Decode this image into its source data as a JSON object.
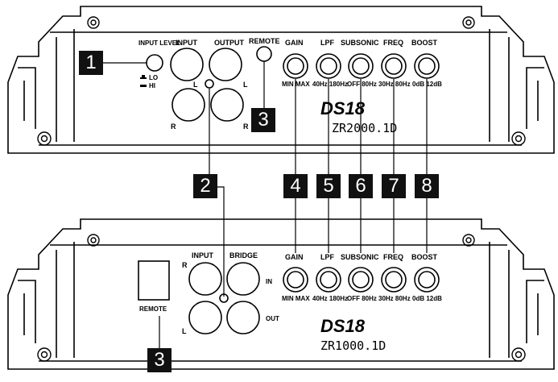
{
  "top_unit": {
    "input_level": "INPUT LEVEL",
    "lo": "LO",
    "hi": "HI",
    "input": "INPUT",
    "output": "OUTPUT",
    "remote": "REMOTE",
    "l": "L",
    "r": "R",
    "gain": "GAIN",
    "lpf": "LPF",
    "subsonic": "SUBSONIC",
    "freq": "FREQ",
    "boost": "BOOST",
    "knob_ranges": [
      "MIN MAX",
      "40Hz 180Hz",
      "OFF 80Hz",
      "30Hz 80Hz",
      "0dB 12dB"
    ],
    "logo": "DS18",
    "model": "ZR2000.1D"
  },
  "bottom_unit": {
    "input": "INPUT",
    "bridge": "BRIDGE",
    "r": "R",
    "l": "L",
    "in": "IN",
    "out": "OUT",
    "remote": "REMOTE",
    "gain": "GAIN",
    "lpf": "LPF",
    "subsonic": "SUBSONIC",
    "freq": "FREQ",
    "boost": "BOOST",
    "knob_ranges": [
      "MIN MAX",
      "40Hz 180Hz",
      "OFF 80Hz",
      "30Hz 80Hz",
      "0dB 12dB"
    ],
    "logo": "DS18",
    "model": "ZR1000.1D"
  },
  "callouts": [
    "1",
    "2",
    "3",
    "4",
    "5",
    "6",
    "7",
    "8",
    "3"
  ]
}
